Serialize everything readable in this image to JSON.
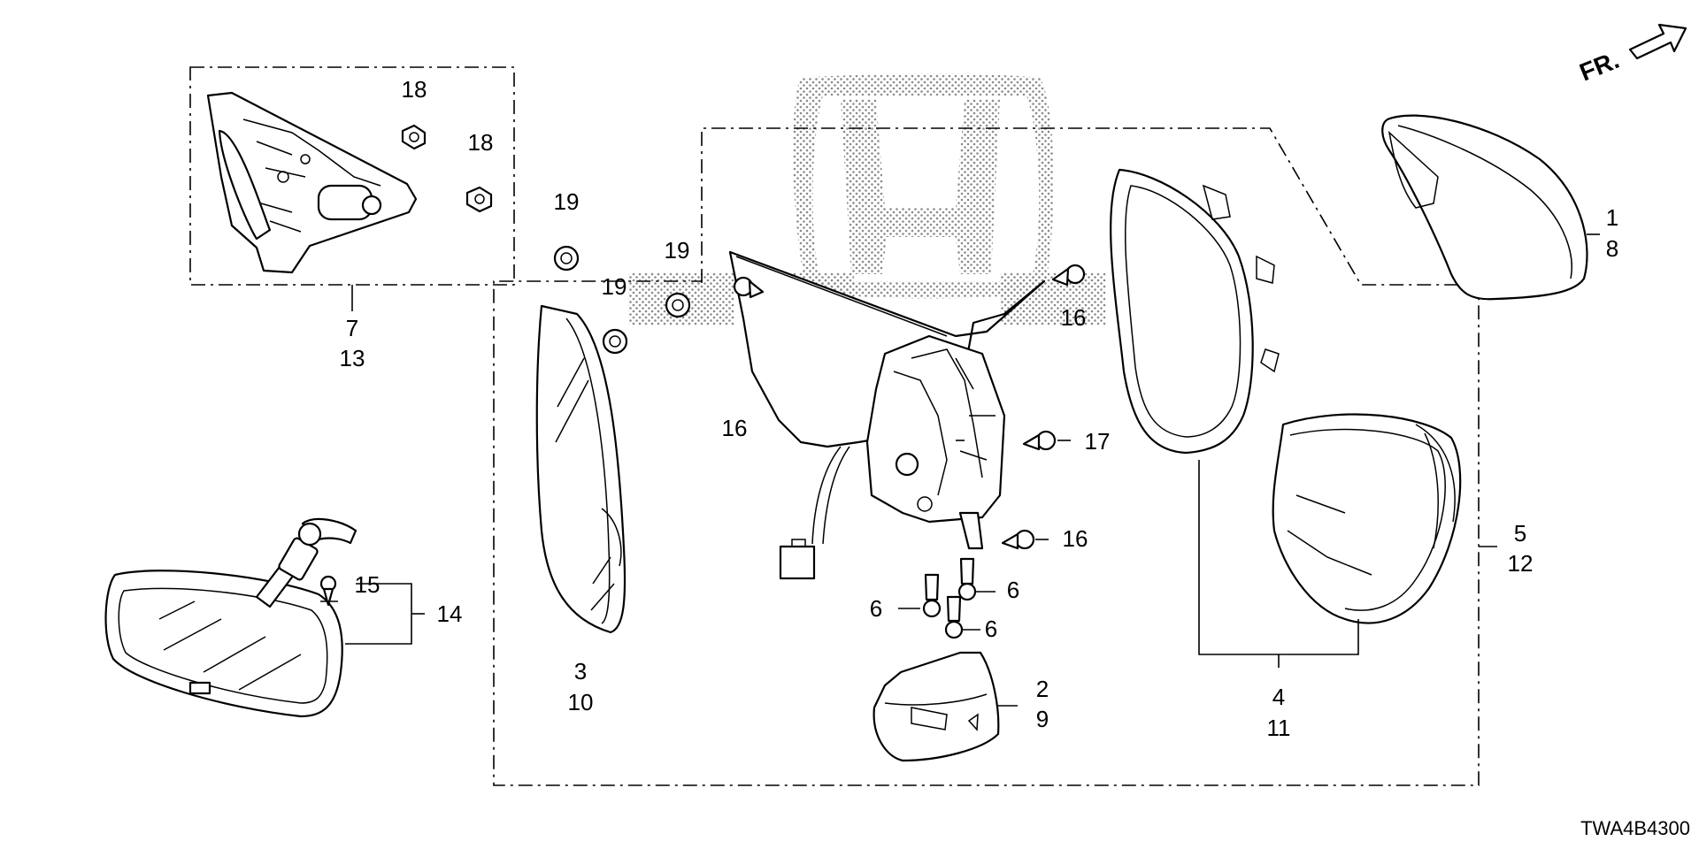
{
  "diagram": {
    "code": "TWA4B4300",
    "front_indicator": "FR.",
    "brand_watermark": "HONDA",
    "labels": {
      "l1": "1",
      "l8": "8",
      "l2": "2",
      "l9": "9",
      "l3": "3",
      "l10": "10",
      "l4": "4",
      "l11": "11",
      "l5": "5",
      "l12": "12",
      "l6a": "6",
      "l6b": "6",
      "l6c": "6",
      "l7": "7",
      "l13": "13",
      "l14": "14",
      "l15": "15",
      "l16a": "16",
      "l16b": "16",
      "l16c": "16",
      "l17": "17",
      "l18a": "18",
      "l18b": "18",
      "l19a": "19",
      "l19b": "19",
      "l19c": "19"
    }
  }
}
